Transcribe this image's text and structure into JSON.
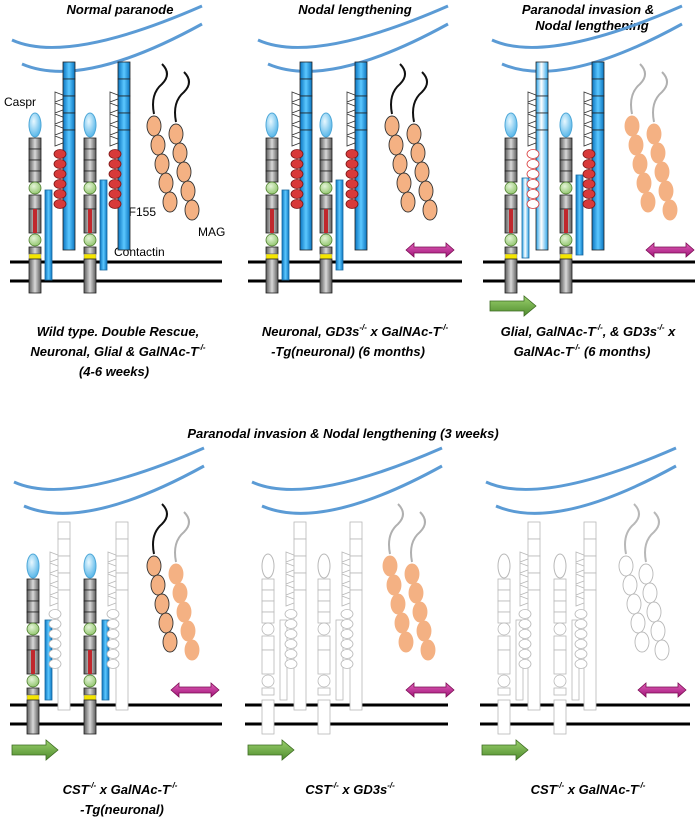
{
  "top_row": {
    "panel_titles": [
      "Normal paranode",
      "Nodal lengthening",
      "Paranodal invasion &",
      "Nodal lengthening"
    ],
    "captions": [
      [
        "Wild type. Double Rescue,",
        "Neuronal, Glial & GalNAc-T",
        "-/-",
        "(4-6 weeks)"
      ],
      [
        "Neuronal, GD3s",
        "-/-",
        " x GalNAc-T",
        "-/-",
        "-Tg(neuronal)  (6 months)"
      ],
      [
        "Glial, GalNAc-T",
        "-/-",
        ", & GD3s",
        "-/-",
        " x",
        "GalNAc-T",
        "-/-",
        " (6 months)"
      ]
    ]
  },
  "molecule_labels": {
    "caspr": "Caspr",
    "nf155": "NF155",
    "mag": "MAG",
    "contactin": "Contactin"
  },
  "section_title": "Paranodal invasion & Nodal lengthening (3 weeks)",
  "bottom_row": {
    "captions": [
      [
        "CST",
        "-/-",
        "  x GalNAc-T",
        "-/-",
        "-Tg(neuronal)"
      ],
      [
        "CST",
        "-/-",
        "  x GD3s",
        "-/-"
      ],
      [
        "CST",
        "-/-",
        " x GalNAc-T",
        "-/-"
      ]
    ]
  },
  "colors": {
    "myelin": "#5b9bd5",
    "caspr_tip": "#4fb3e8",
    "contactin": "#29a8e0",
    "nf155": "#d83a3a",
    "mag": "#f4b183",
    "green_ball": "#a9d18e",
    "red_band": "#c0282d",
    "yellow_band": "#f5e600",
    "magenta_arrow": "#c0208a",
    "green_arrow": "#70ad47",
    "faded": "#b8b8b8"
  }
}
